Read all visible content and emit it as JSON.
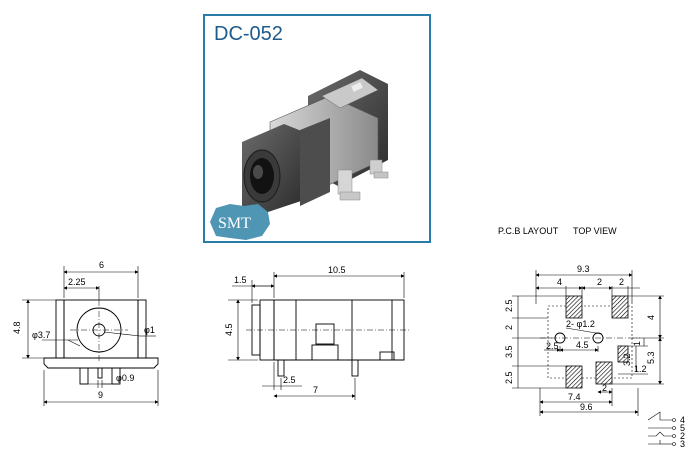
{
  "product": {
    "model": "DC-052",
    "badge": "SMT",
    "accent_color": "#2a7ca8",
    "title_color": "#1f5a8c"
  },
  "pcb_header": {
    "layout": "P.C.B LAYOUT",
    "view": "TOP VIEW"
  },
  "front_view": {
    "dims": {
      "top_width": "6",
      "inner_width": "2.25",
      "height": "4.8",
      "bore": "φ3.7",
      "pin_hole": "φ1",
      "pin": "φ0.9",
      "base_width": "9"
    }
  },
  "side_view": {
    "dims": {
      "length": "10.5",
      "flange": "1.5",
      "height": "4.5",
      "pin_offset": "2.5",
      "pin_span": "7"
    }
  },
  "pcb_view": {
    "dims": {
      "top_width": "9.3",
      "pad_a": "4",
      "pad_b": "2",
      "pad_c": "2",
      "left_top": "2.5",
      "left_a": "2",
      "left_b": "3.5",
      "left_c": "2.5",
      "holes": "2- φ1.2",
      "hole_gap": "4.5",
      "hole_offset": "2.5",
      "right_4": "4",
      "right_53": "5.3",
      "right_1": "1",
      "right_32": "3.2",
      "right_12": "1.2",
      "bottom_2": "2",
      "bottom_74": "7.4",
      "bottom_96": "9.6"
    }
  },
  "schematic": {
    "pins": [
      "4",
      "5",
      "2",
      "3"
    ]
  }
}
